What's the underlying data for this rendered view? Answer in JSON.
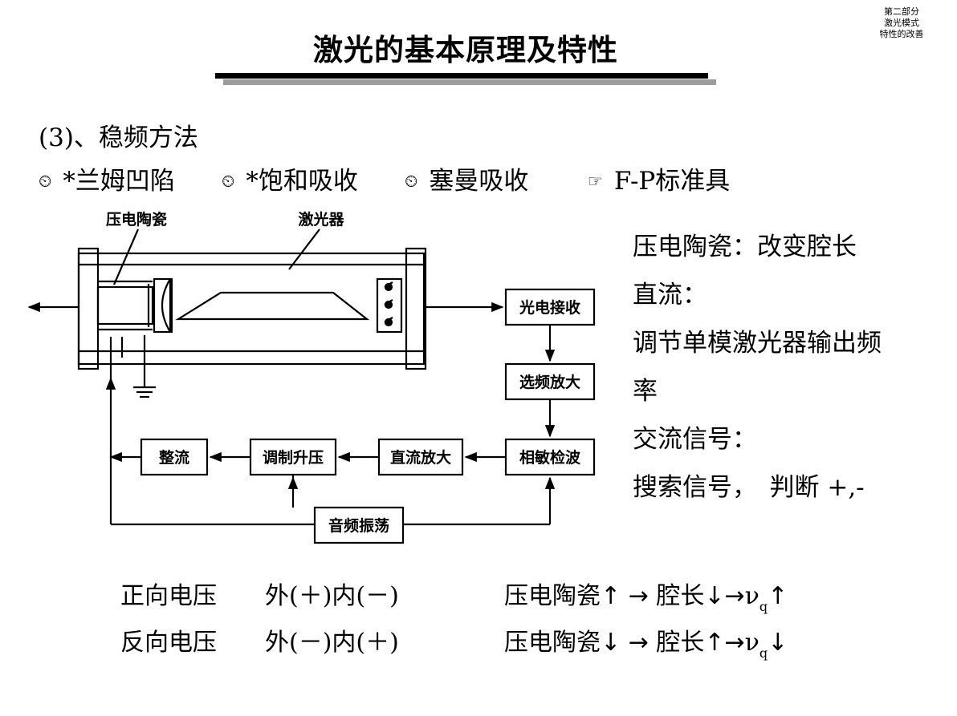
{
  "corner_note": [
    "第二部分",
    "激光模式",
    "特性的改善"
  ],
  "title": "激光的基本原理及特性",
  "section_heading": "(3)、稳频方法",
  "methods": [
    {
      "icon": "clock-icon",
      "glyph": "⏲",
      "label": "*兰姆凹陷"
    },
    {
      "icon": "clock-icon",
      "glyph": "⏲",
      "label": "*饱和吸收"
    },
    {
      "icon": "clock-icon",
      "glyph": "⏲",
      "label": "塞曼吸收"
    },
    {
      "icon": "pointing-hand-icon",
      "glyph": "☞",
      "label": "F-P标准具"
    }
  ],
  "diagram": {
    "label_piezo": "压电陶瓷",
    "label_laser": "激光器",
    "box_photo_receiver": "光电接收",
    "box_freq_amp": "选频放大",
    "box_phase_detect": "相敏检波",
    "box_dc_amp": "直流放大",
    "box_mod_boost": "调制升压",
    "box_rectify": "整流",
    "box_audio_osc": "音频振荡"
  },
  "notes": [
    "压电陶瓷：改变腔长",
    "直流：",
    "调节单模激光器输出频",
    "率",
    "交流信号：",
    "搜索信号，　判断 +,-"
  ],
  "equations": [
    {
      "name": "正向电压",
      "polarity": "外(＋)内(－)",
      "piezo": "压电陶瓷",
      "piezo_arrow": "↑",
      "implies": "→",
      "cavity": "腔长",
      "cavity_arrow": "↓",
      "implies2": "→",
      "nu": "ν",
      "sub": "q",
      "result_arrow": "↑"
    },
    {
      "name": "反向电压",
      "polarity": "外(－)内(＋)",
      "piezo": "压电陶瓷",
      "piezo_arrow": "↓",
      "implies": "→",
      "cavity": "腔长",
      "cavity_arrow": "↑",
      "implies2": "→",
      "nu": "ν",
      "sub": "q",
      "result_arrow": "↓"
    }
  ]
}
